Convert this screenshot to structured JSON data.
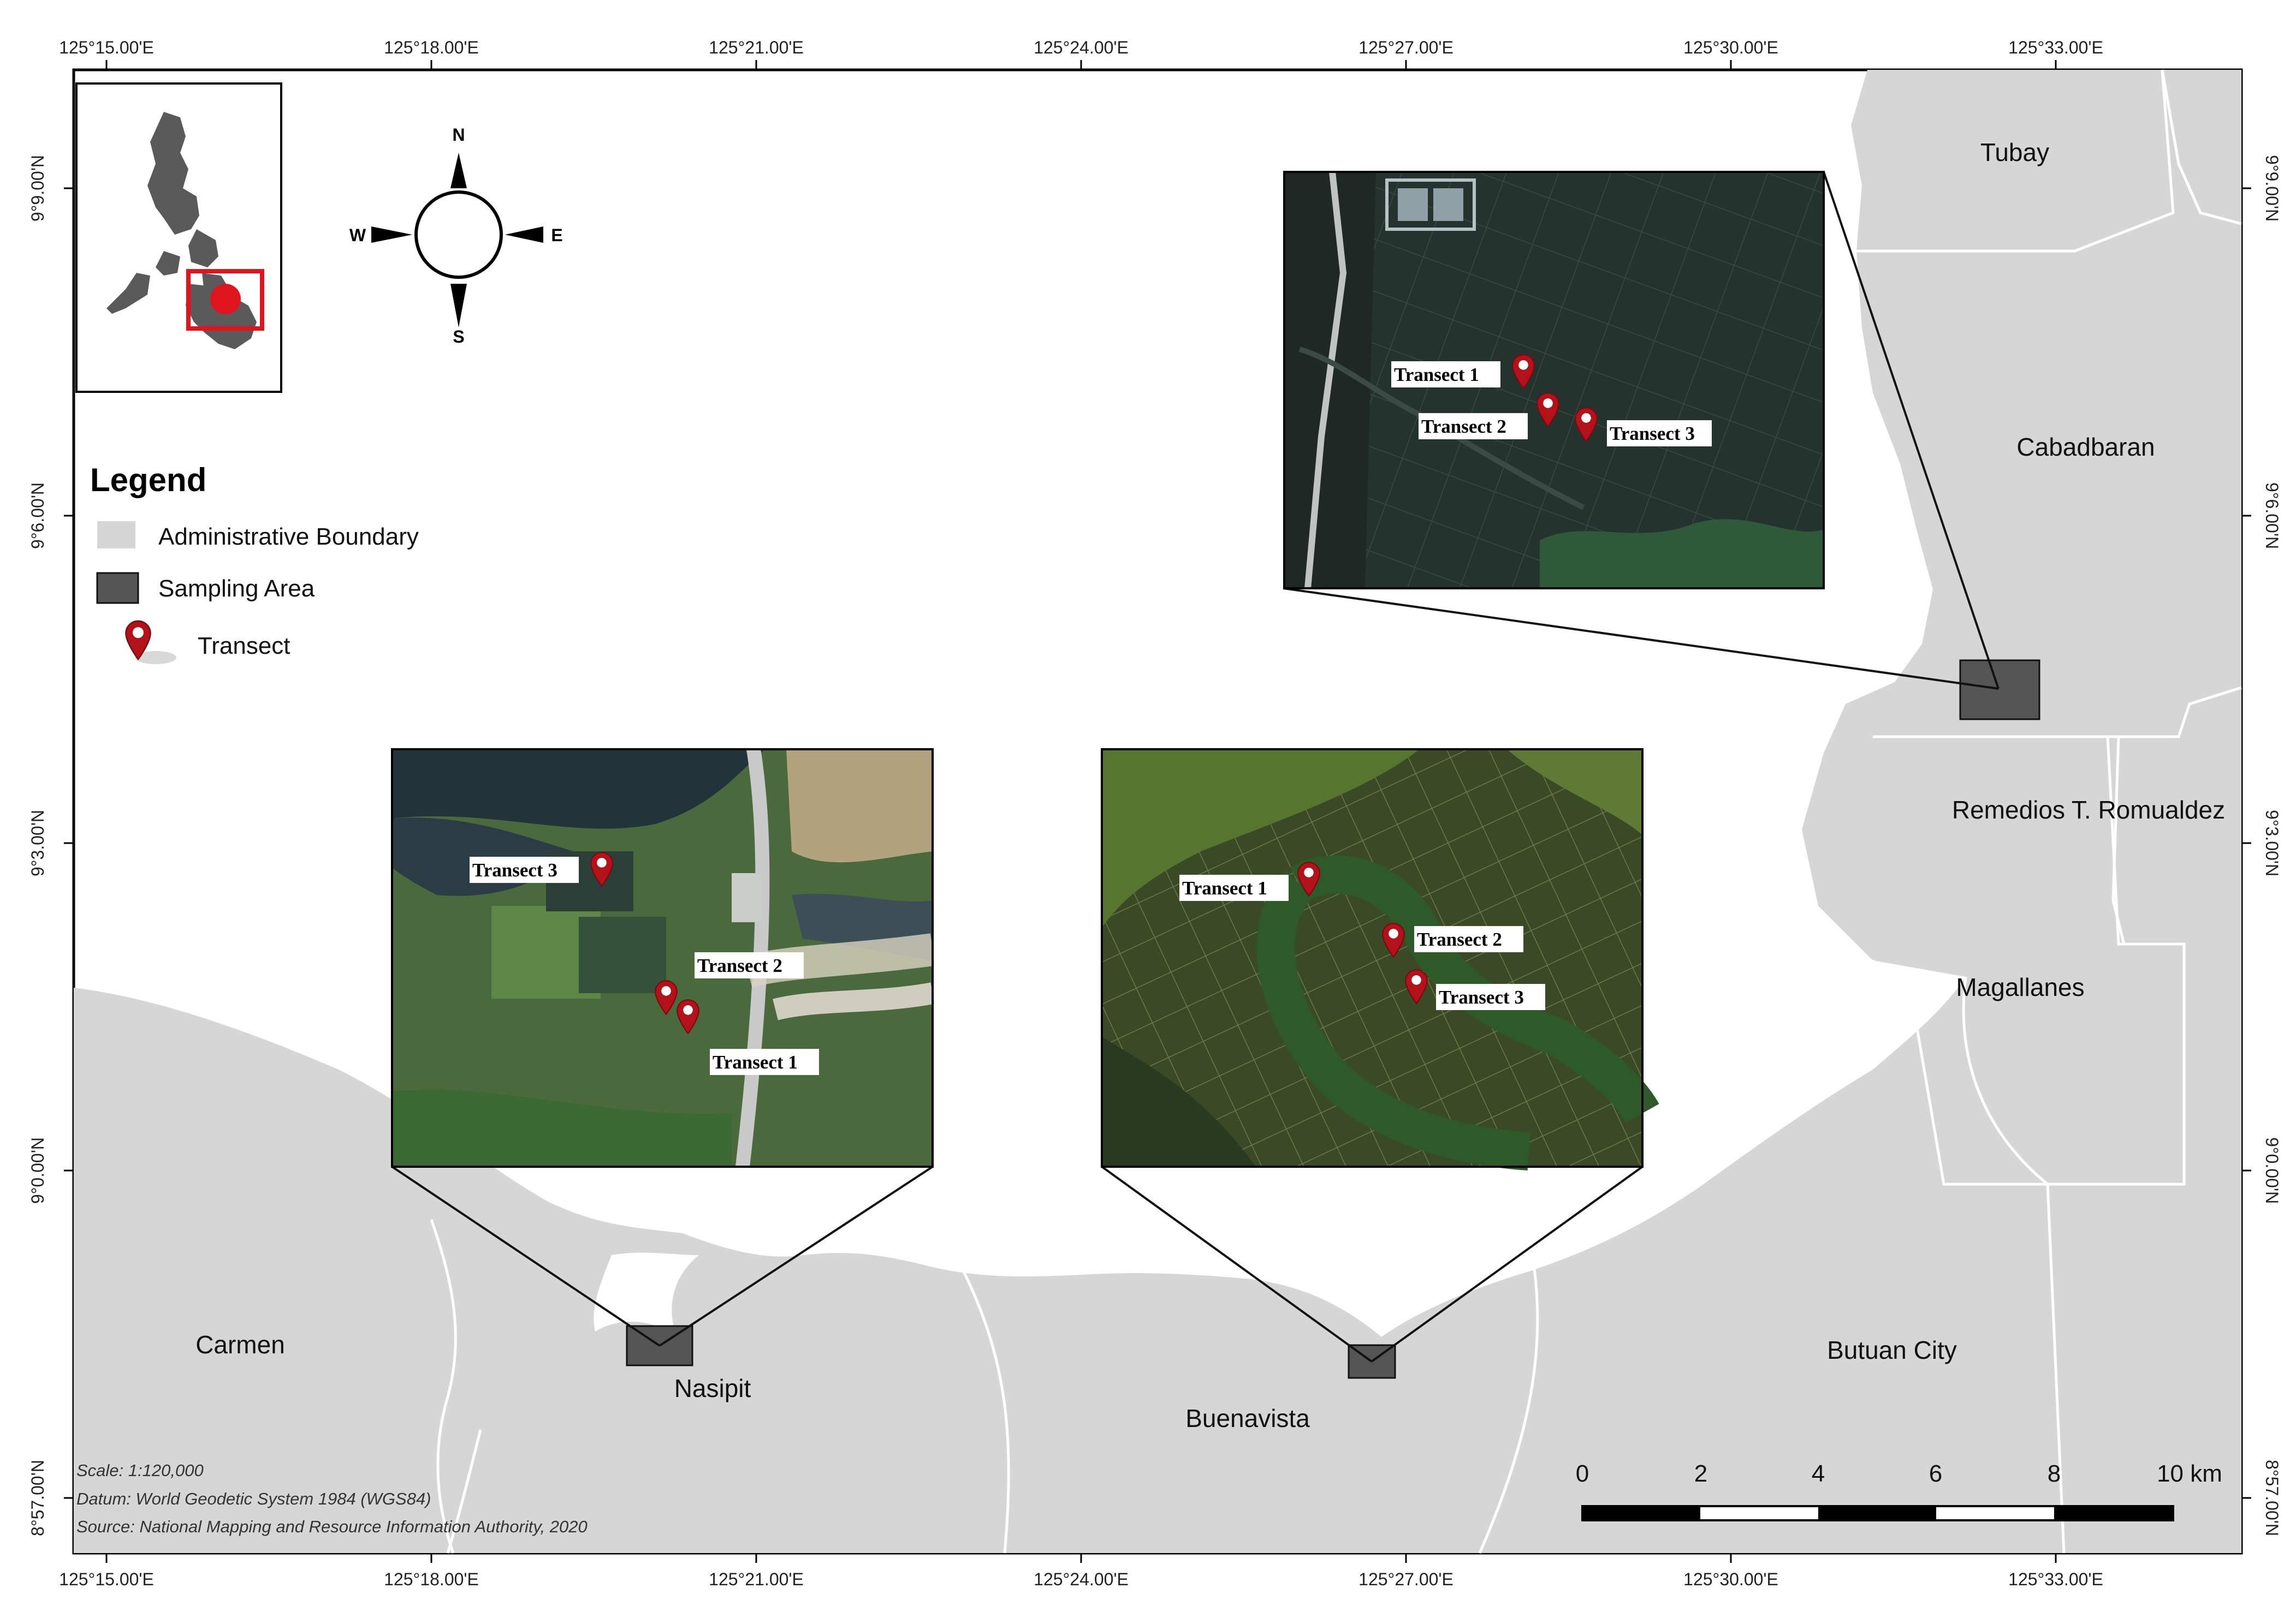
{
  "axis": {
    "top_ticks": [
      "125°15.00'E",
      "125°18.00'E",
      "125°21.00'E",
      "125°24.00'E",
      "125°27.00'E",
      "125°30.00'E",
      "125°33.00'E"
    ],
    "bottom_ticks": [
      "125°15.00'E",
      "125°18.00'E",
      "125°21.00'E",
      "125°24.00'E",
      "125°27.00'E",
      "125°30.00'E",
      "125°33.00'E"
    ],
    "left_ticks": [
      "9°9.00'N",
      "9°6.00'N",
      "9°3.00'N",
      "9°0.00'N",
      "8°57.00'N"
    ],
    "right_ticks": [
      "9°9.00'N",
      "9°6.00'N",
      "9°3.00'N",
      "9°0.00'N",
      "8°57.00'N"
    ]
  },
  "compass": {
    "n": "N",
    "s": "S",
    "e": "E",
    "w": "W"
  },
  "legend": {
    "title": "Legend",
    "items": [
      {
        "label": "Administrative Boundary",
        "color": "#d6d6d6"
      },
      {
        "label": "Sampling Area",
        "color": "#555555"
      },
      {
        "label": "Transect",
        "color": "#b3121b"
      }
    ]
  },
  "places": {
    "tubay": "Tubay",
    "cabadbaran": "Cabadbaran",
    "remedios": "Remedios T. Romualdez",
    "magallanes": "Magallanes",
    "butuan": "Butuan City",
    "buenavista": "Buenavista",
    "nasipit": "Nasipit",
    "carmen": "Carmen"
  },
  "insets": {
    "cabadbaran": {
      "t1": "Transect 1",
      "t2": "Transect 2",
      "t3": "Transect 3"
    },
    "nasipit": {
      "t1": "Transect 1",
      "t2": "Transect 2",
      "t3": "Transect 3"
    },
    "buenavista": {
      "t1": "Transect 1",
      "t2": "Transect 2",
      "t3": "Transect 3"
    }
  },
  "scalebar": {
    "labels": [
      "0",
      "2",
      "4",
      "6",
      "8",
      "10 km"
    ]
  },
  "notes": {
    "scale": "Scale: 1:120,000",
    "datum": "Datum: World Geodetic System 1984 (WGS84)",
    "source": "Source: National Mapping and Resource Information Authority, 2020"
  },
  "colors": {
    "land": "#d6d6d6",
    "sea": "#ffffff",
    "sampling": "#555555",
    "pin": "#b3121b",
    "locator_frame": "#e0141c"
  }
}
